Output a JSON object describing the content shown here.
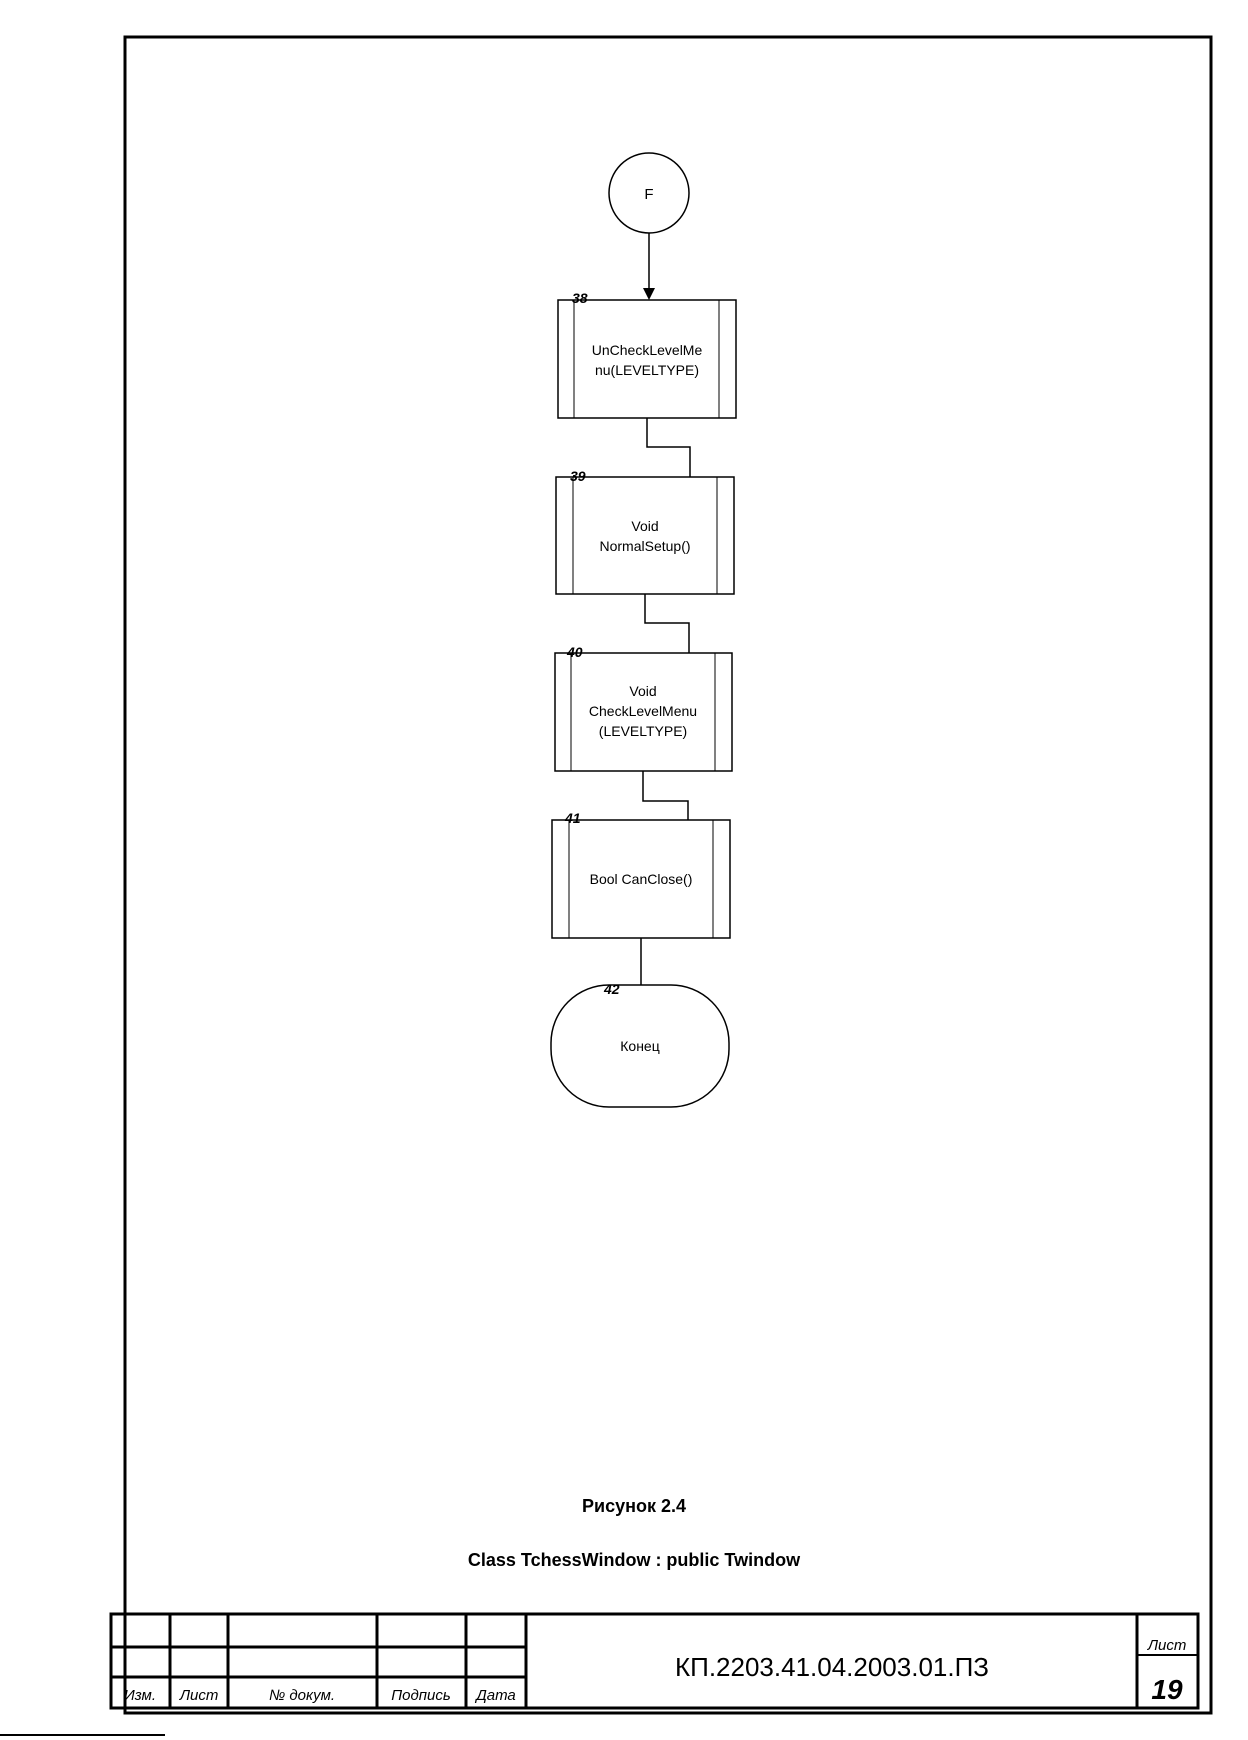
{
  "flowchart": {
    "connector": "F",
    "blocks": [
      {
        "num": "38",
        "lines": [
          "UnCheckLevelMe",
          "nu(LEVELTYPE)"
        ]
      },
      {
        "num": "39",
        "lines": [
          "Void",
          "NormalSetup()"
        ]
      },
      {
        "num": "40",
        "lines": [
          "Void",
          "CheckLevelMenu",
          "(LEVELTYPE)"
        ]
      },
      {
        "num": "41",
        "lines": [
          "Bool CanClose()"
        ]
      }
    ],
    "end": {
      "num": "42",
      "label": "Конец"
    }
  },
  "caption": {
    "figure": "Рисунок 2.4",
    "subtitle": "Class TchessWindow : public Twindow"
  },
  "title_block": {
    "col_izm": "Изм.",
    "col_list": "Лист",
    "col_doc": "№ докум.",
    "col_sign": "Подпись",
    "col_date": "Дата",
    "doc_code": "КП.2203.41.04.2003.01.ПЗ",
    "sheet_label": "Лист",
    "sheet_number": "19"
  }
}
